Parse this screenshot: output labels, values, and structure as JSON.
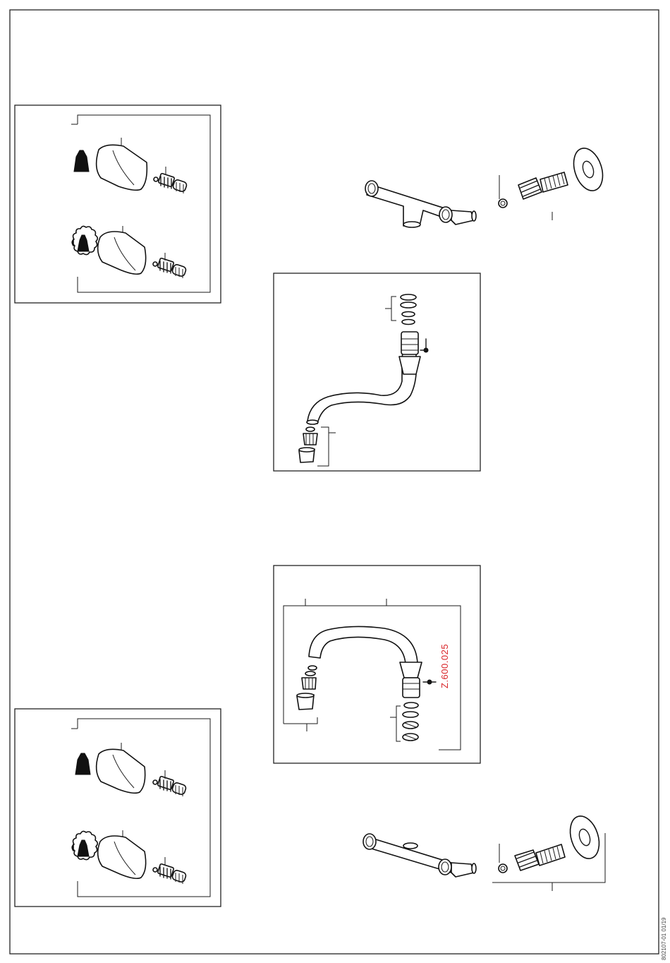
{
  "diagram": {
    "type": "exploded spare-parts drawing (faucet)",
    "annotations": {
      "fixing_code": "Z.600.025",
      "document_id": "802107-01 01/19"
    },
    "colors": {
      "line": "#111111",
      "annotation": "#d9262a"
    }
  }
}
